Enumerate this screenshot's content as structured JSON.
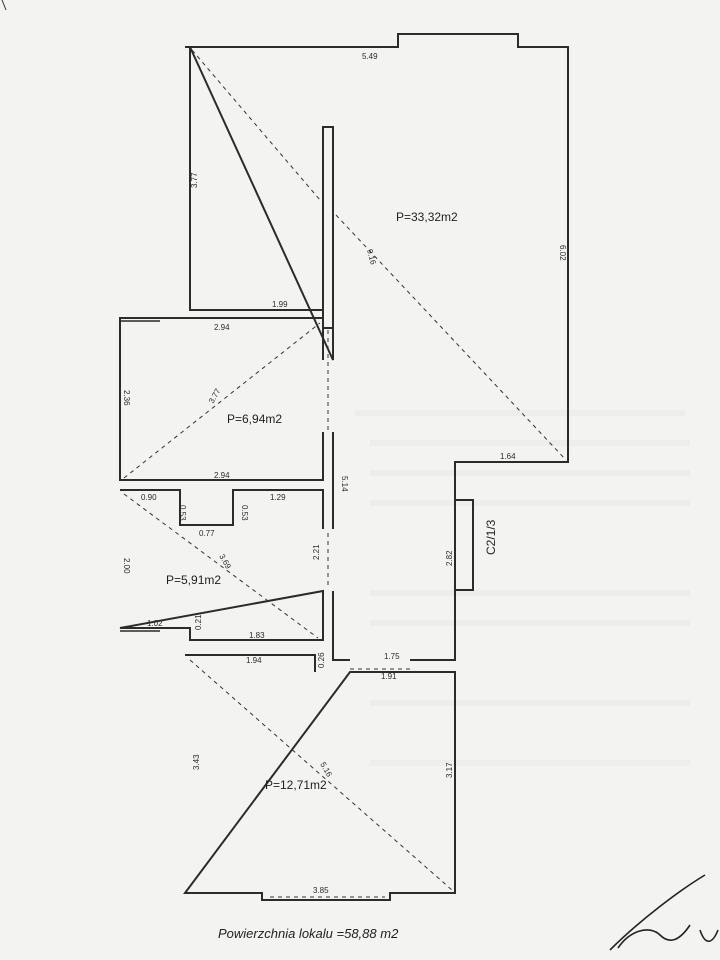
{
  "rooms": [
    {
      "id": "room-1",
      "area": "P=33,32m2"
    },
    {
      "id": "room-2",
      "area": "P=6,94m2"
    },
    {
      "id": "room-3",
      "area": "P=5,91m2"
    },
    {
      "id": "room-4",
      "area": "P=12,71m2"
    }
  ],
  "dimensions": {
    "d549": "5.49",
    "d377a": "3.77",
    "d199": "1.99",
    "d916": "9.16",
    "d602": "6.02",
    "d164": "1.64",
    "d294a": "2.94",
    "d377b": "3.77",
    "d236": "2.36",
    "d294b": "2.94",
    "d090": "0.90",
    "d053a": "0.53",
    "d053b": "0.53",
    "d077": "0.77",
    "d129": "1.29",
    "d514": "5.14",
    "d200": "2.00",
    "d369": "3.69",
    "d221": "2.21",
    "d282": "2.82",
    "d102": "1.02",
    "d021": "0.21",
    "d183": "1.83",
    "d194": "1.94",
    "d026": "0.26",
    "d175": "1.75",
    "d191": "1.91",
    "d343": "3.43",
    "d516": "5.16",
    "d317": "3.17",
    "d385": "3.85"
  },
  "labels": {
    "stair_code": "C2/1/3",
    "total_area": "Powierzchnia lokalu =58,88 m2"
  }
}
